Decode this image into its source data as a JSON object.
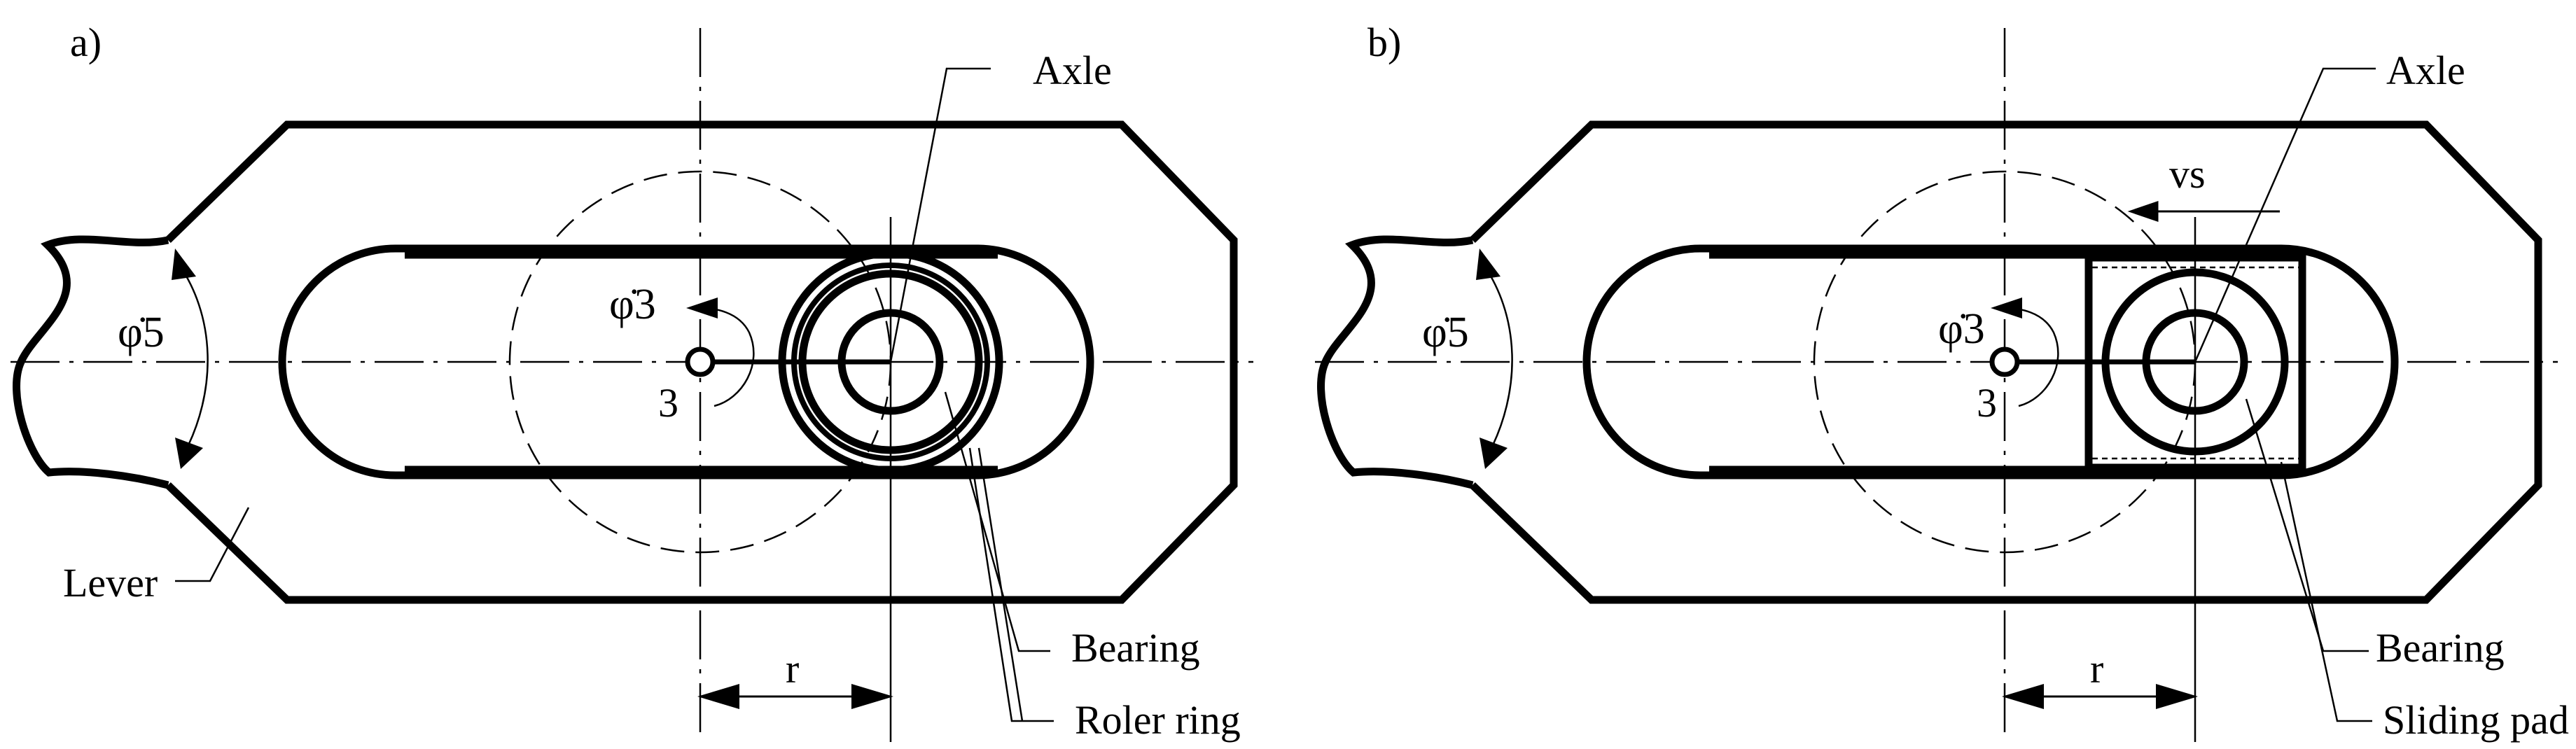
{
  "panel_a": {
    "tag": "a)",
    "phi5": "φ̇5",
    "phi3": "φ̇3",
    "center_point": "3",
    "dim_r": "r",
    "axle": "Axle",
    "lever": "Lever",
    "bearing": "Bearing",
    "ring": "Roler ring"
  },
  "panel_b": {
    "tag": "b)",
    "phi5": "φ̇5",
    "phi3": "φ̇3",
    "center_point": "3",
    "dim_r": "r",
    "axle": "Axle",
    "vs": "vs",
    "bearing": "Bearing",
    "pad": "Sliding pad"
  }
}
